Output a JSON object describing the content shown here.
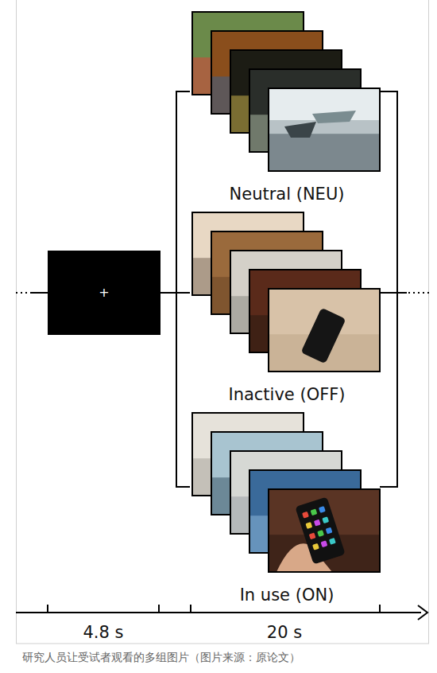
{
  "diagram": {
    "caption": "研究人员让受试者观看的多组图片（图片来源：原论文）",
    "nodes": [
      {
        "text": [
          "+"
        ]
      },
      {
        "text": [
          "Neutral (NEU)"
        ]
      },
      {
        "text": [
          "Inactive (OFF)"
        ]
      },
      {
        "text": [
          "In use (ON)"
        ]
      }
    ],
    "edges": [
      {
        "from": 0,
        "to": 1,
        "arrow": "none"
      },
      {
        "from": 0,
        "to": 2,
        "arrow": "none"
      },
      {
        "from": 0,
        "to": 3,
        "arrow": "none"
      }
    ],
    "labels": [
      "4.8 s",
      "20 s"
    ]
  }
}
